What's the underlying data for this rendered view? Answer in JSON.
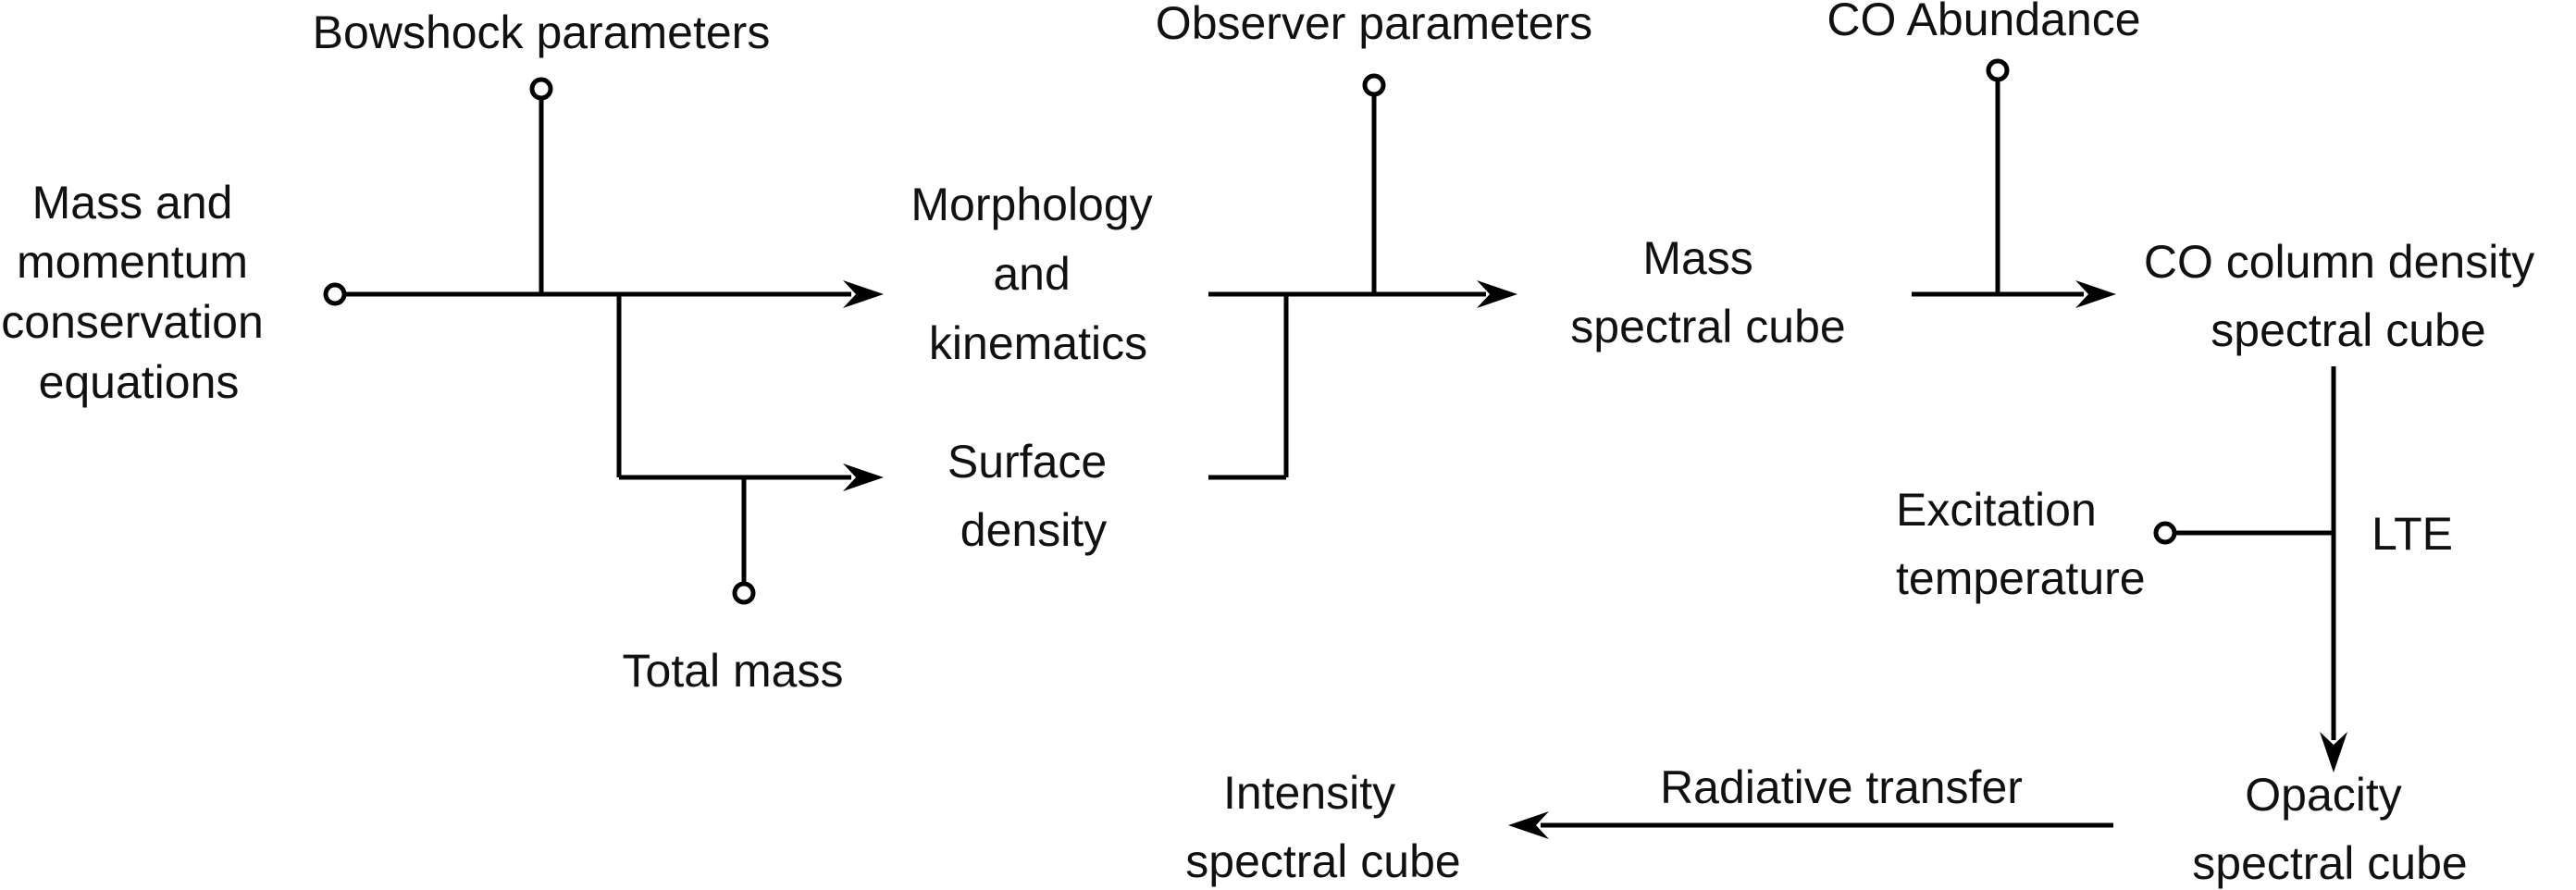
{
  "nodes": {
    "mass_eq": [
      "Mass and",
      "momentum",
      "conservation",
      "equations"
    ],
    "bowshock": [
      "Bowshock parameters"
    ],
    "morph": [
      "Morphology",
      "and",
      "kinematics"
    ],
    "surface": [
      "Surface",
      "density"
    ],
    "total_mass": [
      "Total mass"
    ],
    "observer": [
      "Observer parameters"
    ],
    "mass_cube": [
      "Mass",
      "spectral cube"
    ],
    "co_abund": [
      "CO Abundance"
    ],
    "co_col": [
      "CO column density",
      "spectral cube"
    ],
    "excitation": [
      "Excitation",
      "temperature"
    ],
    "lte": [
      "LTE"
    ],
    "opacity": [
      "Opacity",
      "spectral cube"
    ],
    "radiative": [
      "Radiative transfer"
    ],
    "intensity": [
      "Intensity",
      "spectral cube"
    ]
  }
}
